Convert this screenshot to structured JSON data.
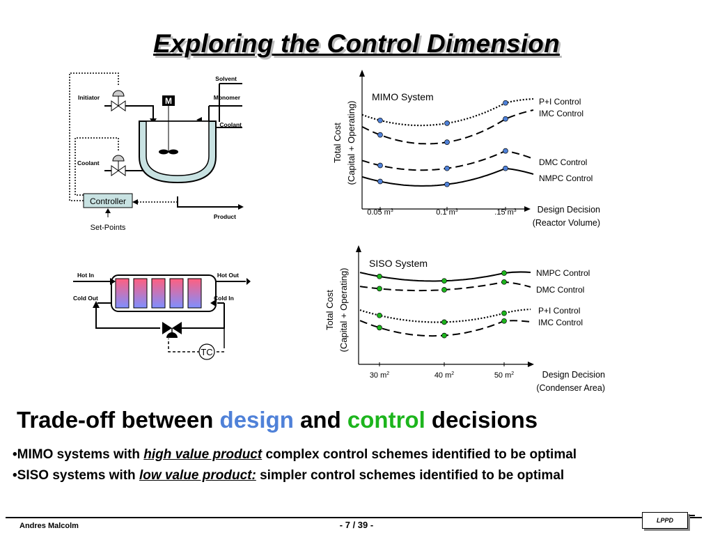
{
  "title": "Exploring the Control Dimension",
  "reactor_diagram": {
    "solvent": "Solvent",
    "monomer": "Monomer",
    "initiator": "Initiator",
    "coolant_top": "Coolant",
    "coolant_left": "Coolant",
    "motor": "M",
    "controller": "Controller",
    "set_points": "Set-Points",
    "product": "Product"
  },
  "heat_exchanger_diagram": {
    "hot_in": "Hot In",
    "hot_out": "Hot Out",
    "cold_out": "Cold Out",
    "cold_in": "Cold In",
    "tc": "TC"
  },
  "chart_data": [
    {
      "type": "line",
      "title": "MIMO System",
      "ylabel_line1": "Total Cost",
      "ylabel_line2": "(Capital + Operating)",
      "xlabel_line1": "Design Decision",
      "xlabel_line2": "(Reactor Volume)",
      "categories": [
        "0.05 m3",
        "0.1 m3",
        ".15 m3"
      ],
      "tick_labels": [
        {
          "base": "0.05 m",
          "sup": "3"
        },
        {
          "base": "0.1 m",
          "sup": "3"
        },
        {
          "base": ".15 m",
          "sup": "3"
        }
      ],
      "marker_color": "#4f81d8",
      "series": [
        {
          "name": "P+I Control",
          "style": "dotted",
          "values": [
            5.9,
            5.7,
            7.1
          ]
        },
        {
          "name": "IMC Control",
          "style": "dashed",
          "values": [
            4.9,
            4.4,
            6.0
          ]
        },
        {
          "name": "DMC Control",
          "style": "dashed",
          "values": [
            2.8,
            2.6,
            3.8
          ]
        },
        {
          "name": "NMPC Control",
          "style": "solid",
          "values": [
            1.7,
            1.5,
            2.6
          ]
        }
      ]
    },
    {
      "type": "line",
      "title": "SISO System",
      "ylabel_line1": "Total Cost",
      "ylabel_line2": "(Capital + Operating)",
      "xlabel_line1": "Design Decision",
      "xlabel_line2": "(Condenser Area)",
      "categories": [
        "30 m2",
        "40 m2",
        "50 m2"
      ],
      "tick_labels": [
        {
          "base": "30 m",
          "sup": "2"
        },
        {
          "base": "40 m",
          "sup": "2"
        },
        {
          "base": "50 m",
          "sup": "2"
        }
      ],
      "marker_color": "#1db51d",
      "series": [
        {
          "name": "NMPC Control",
          "style": "solid",
          "values": [
            7.7,
            7.3,
            8.0
          ]
        },
        {
          "name": "DMC Control",
          "style": "dashed",
          "values": [
            6.6,
            6.5,
            7.2
          ]
        },
        {
          "name": "P+I Control",
          "style": "dotted",
          "values": [
            4.2,
            3.6,
            4.4
          ]
        },
        {
          "name": "IMC Control",
          "style": "dashed",
          "values": [
            3.1,
            2.4,
            3.7
          ]
        }
      ]
    }
  ],
  "headline": {
    "part1": "Trade-off between ",
    "design": "design",
    "part2": " and ",
    "control": "control",
    "part3": " decisions"
  },
  "bullets": [
    {
      "prefix": "•MIMO systems with ",
      "emph": "high value product",
      "suffix": " complex control schemes identified to be optimal"
    },
    {
      "prefix": "•SISO systems with ",
      "emph": "low value product:",
      "suffix": " simpler control schemes identified to be optimal"
    }
  ],
  "footer": {
    "author": "Andres Malcolm",
    "page": "- 7 / 39 -",
    "logo": "LPPD"
  }
}
